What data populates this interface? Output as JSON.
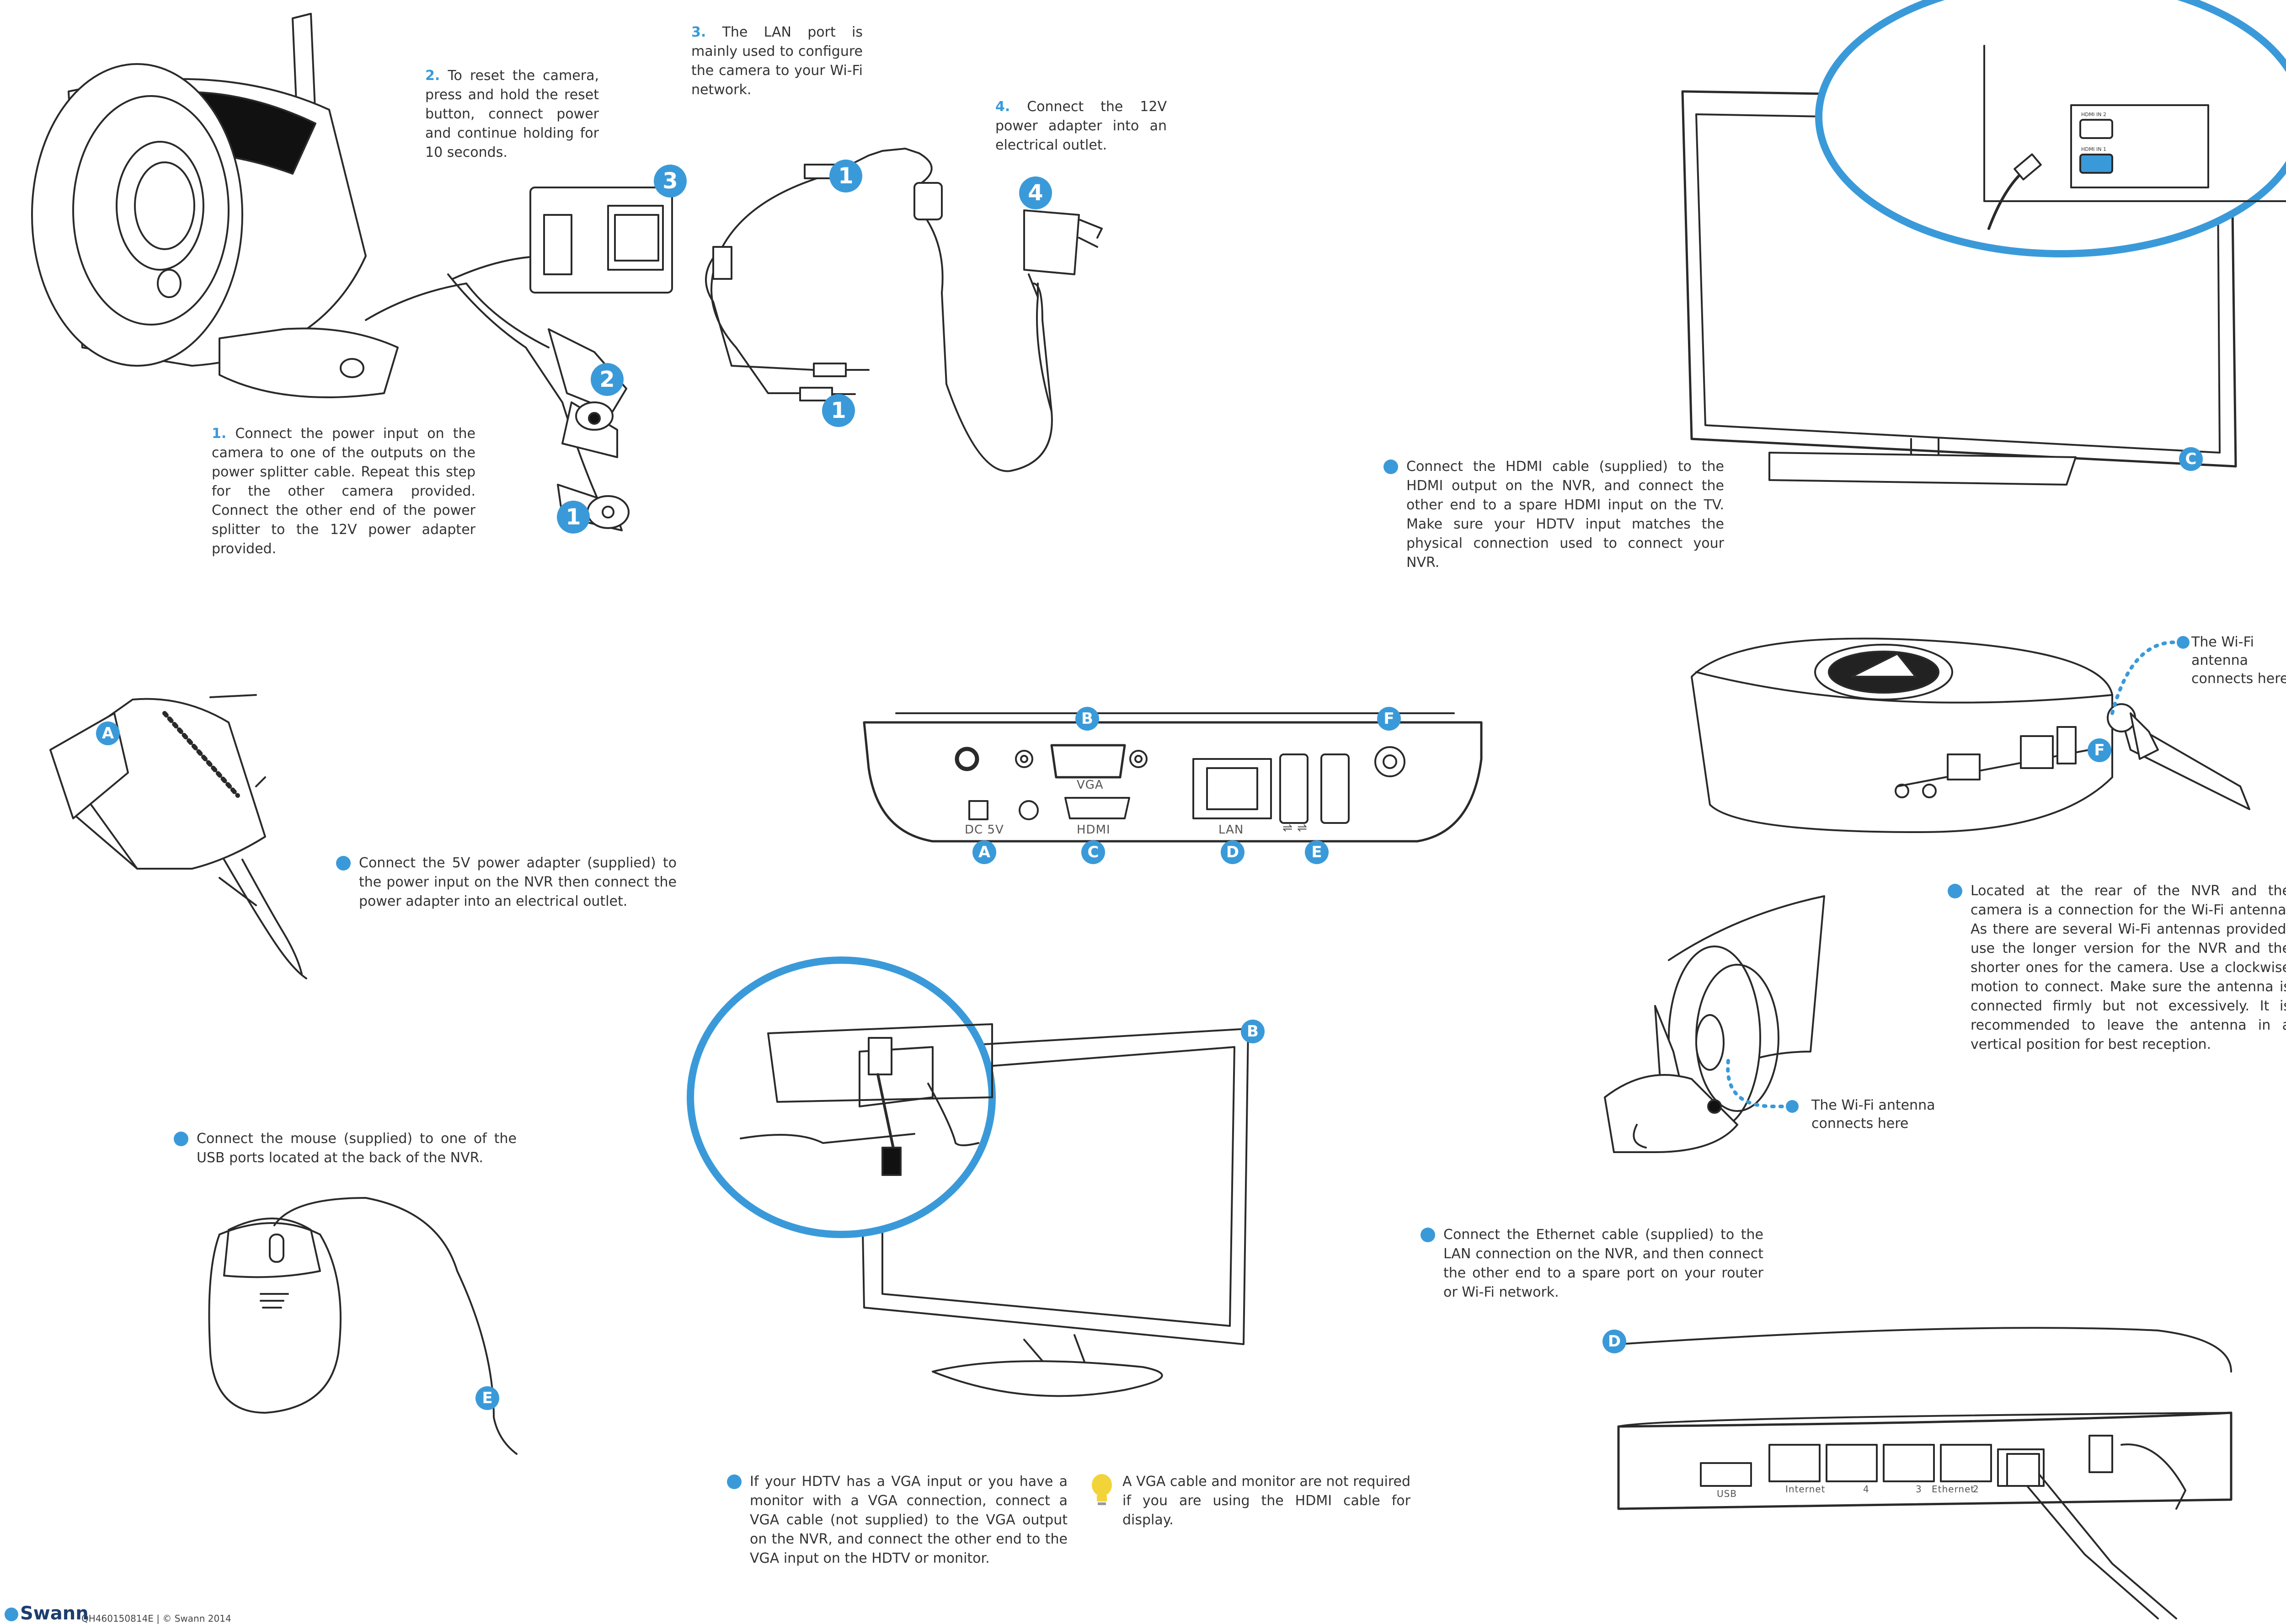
{
  "steps": {
    "step1": {
      "num": "1.",
      "text": "Connect the power input on the camera to one of the outputs on the power splitter cable. Repeat this step for the other camera provided. Connect the other end of the power splitter to the 12V power adapter provided."
    },
    "step2": {
      "num": "2.",
      "text": "To reset the camera, press and hold the reset button, connect power and continue holding for 10 seconds."
    },
    "step3": {
      "num": "3.",
      "text": "The LAN port is mainly used to configure the camera to your Wi-Fi network."
    },
    "step4": {
      "num": "4.",
      "text": "Connect the 12V power adapter into an electrical outlet."
    }
  },
  "instructions": {
    "hdmi": "Connect the HDMI cable (supplied) to the HDMI output on the NVR, and connect the other end to a spare HDMI input on the TV. Make sure your HDTV input matches the physical connection used to connect your NVR.",
    "power": "Connect the 5V power adapter (supplied) to the power input on the NVR then connect the power adapter into an electrical outlet.",
    "mouse": "Connect the mouse (supplied) to one of the USB ports located at the back of the NVR.",
    "vga": "If your HDTV has a VGA input or you have a monitor with a VGA connection, connect a VGA cable (not supplied) to the VGA output on the NVR, and connect the other end to the VGA input on the HDTV or monitor.",
    "vga_tip": "A VGA cable and monitor are not required if you are using the HDMI cable for display.",
    "antenna": "Located at the rear of the NVR and the camera is a connection for the Wi-Fi antenna. As there are several Wi-Fi antennas provided, use the longer version for the NVR and the shorter ones for the camera. Use a clockwise motion to connect. Make sure the antenna is connected firmly but not excessively. It is recommended to leave the antenna in a vertical position for best reception.",
    "ethernet": "Connect the Ethernet cable (supplied) to the LAN connection on the NVR, and then connect the other end to a spare port on your router or Wi-Fi network."
  },
  "callouts": {
    "antenna_nvr": "The Wi-Fi antenna connects here",
    "antenna_camera": "The Wi-Fi antenna connects here"
  },
  "nvr_ports": {
    "vga": "VGA",
    "dc": "DC 5V",
    "hdmi": "HDMI",
    "lan": "LAN"
  },
  "tv_ports": {
    "hdmi2": "HDMI IN 2",
    "hdmi1": "HDMI IN 1"
  },
  "router_ports": {
    "usb": "USB",
    "internet": "Internet",
    "p4": "4",
    "p3": "3",
    "ethernet": "Ethernet",
    "p2": "2"
  },
  "badges": {
    "A": "A",
    "B": "B",
    "C": "C",
    "D": "D",
    "E": "E",
    "F": "F",
    "one": "1",
    "two": "2",
    "three": "3",
    "four": "4"
  },
  "footer": {
    "brand": "Swann",
    "code": "QH460150814E | © Swann 2014"
  },
  "colors": {
    "accent": "#3a9ad9",
    "line": "#2a2a2a"
  }
}
